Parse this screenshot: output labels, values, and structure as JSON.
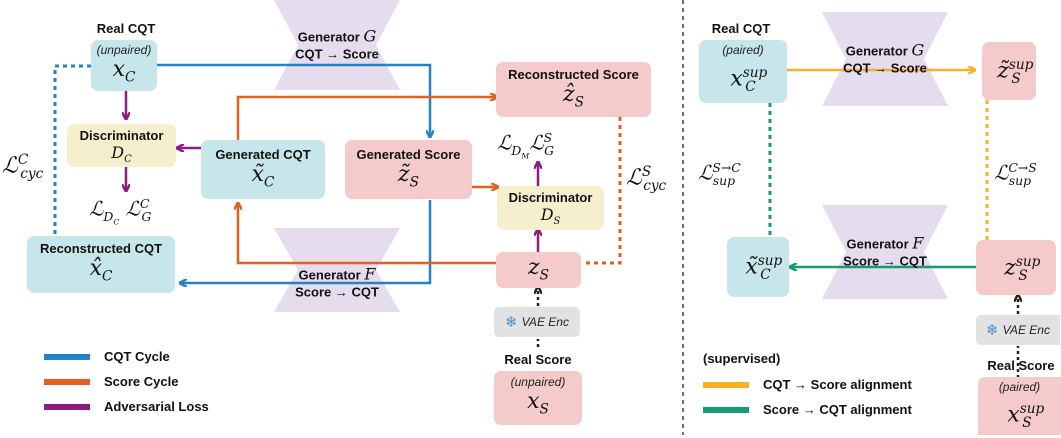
{
  "colors": {
    "cqt_cycle": "#2383c4",
    "score_cycle": "#e4601f",
    "adversarial": "#8f1a80",
    "cqt_to_score": "#f5b324",
    "score_to_cqt": "#159b72",
    "generator_fill": "#e5dced"
  },
  "left": {
    "real_cqt": {
      "title": "Real CQT",
      "tag": "(unpaired)",
      "sym": "x",
      "sub": "C"
    },
    "disc_c": {
      "title": "Discriminator",
      "sym": "D",
      "sub": "C"
    },
    "generated_cqt": {
      "title": "Generated CQT",
      "sym": "x̃",
      "sub": "C"
    },
    "reconstructed_cqt": {
      "title": "Reconstructed CQT",
      "sym": "x̂",
      "sub": "C"
    },
    "generator_g": {
      "line1": "Generator",
      "var": "G",
      "line2": "CQT → Score"
    },
    "generator_f": {
      "line1": "Generator",
      "var": "F",
      "line2": "Score → CQT"
    },
    "generated_score": {
      "title": "Generated Score",
      "sym": "z̃",
      "sub": "S"
    },
    "reconstructed_score": {
      "title": "Reconstructed Score",
      "sym": "ẑ",
      "sub": "S"
    },
    "disc_s": {
      "title": "Discriminator",
      "sym": "D",
      "sub": "S"
    },
    "latent_score": {
      "sym": "z",
      "sub": "S"
    },
    "vae_enc": {
      "label": "VAE Enc",
      "icon": "snowflake-icon",
      "glyph": "❄"
    },
    "real_score": {
      "title": "Real Score",
      "tag": "(unpaired)",
      "sym": "x",
      "sub": "S"
    },
    "loss_cyc_c": {
      "sym": "ℒ",
      "sub": "cyc",
      "sup": "C"
    },
    "loss_cyc_s": {
      "sym": "ℒ",
      "sub": "cyc",
      "sup": "S"
    },
    "loss_dc": {
      "sym": "ℒ",
      "sub": "D",
      "subsub": "C"
    },
    "loss_gc": {
      "sym": "ℒ",
      "sub": "G",
      "sup": "C"
    },
    "loss_dm": {
      "sym": "ℒ",
      "sub": "D",
      "subsub": "M"
    },
    "loss_gs": {
      "sym": "ℒ",
      "sub": "G",
      "sup": "S"
    },
    "legend": [
      {
        "label": "CQT Cycle",
        "color": "#2383c4"
      },
      {
        "label": "Score Cycle",
        "color": "#e4601f"
      },
      {
        "label": "Adversarial Loss",
        "color": "#8f1a80"
      }
    ]
  },
  "right": {
    "real_cqt": {
      "title": "Real CQT",
      "tag": "(paired)",
      "sym": "x",
      "sub": "C",
      "sup": "sup"
    },
    "generator_g": {
      "line1": "Generator",
      "var": "G",
      "line2": "CQT → Score"
    },
    "generator_f": {
      "line1": "Generator",
      "var": "F",
      "line2": "Score → CQT"
    },
    "z_tilde_sup": {
      "sym": "z̃",
      "sub": "S",
      "sup": "sup"
    },
    "x_tilde_sup": {
      "sym": "x̃",
      "sub": "C",
      "sup": "sup"
    },
    "z_sup": {
      "sym": "z",
      "sub": "S",
      "sup": "sup"
    },
    "vae_enc": {
      "label": "VAE Enc",
      "icon": "snowflake-icon",
      "glyph": "❄"
    },
    "real_score": {
      "title": "Real Score",
      "tag": "(paired)",
      "sym": "x",
      "sub": "S",
      "sup": "sup"
    },
    "loss_s2c": {
      "sym": "ℒ",
      "sub": "sup",
      "sup": "S→C"
    },
    "loss_c2s": {
      "sym": "ℒ",
      "sub": "sup",
      "sup": "C→S"
    },
    "legend_title": "(supervised)",
    "legend": [
      {
        "label": "CQT → Score alignment",
        "color": "#f5b324"
      },
      {
        "label": "Score → CQT alignment",
        "color": "#159b72"
      }
    ]
  }
}
